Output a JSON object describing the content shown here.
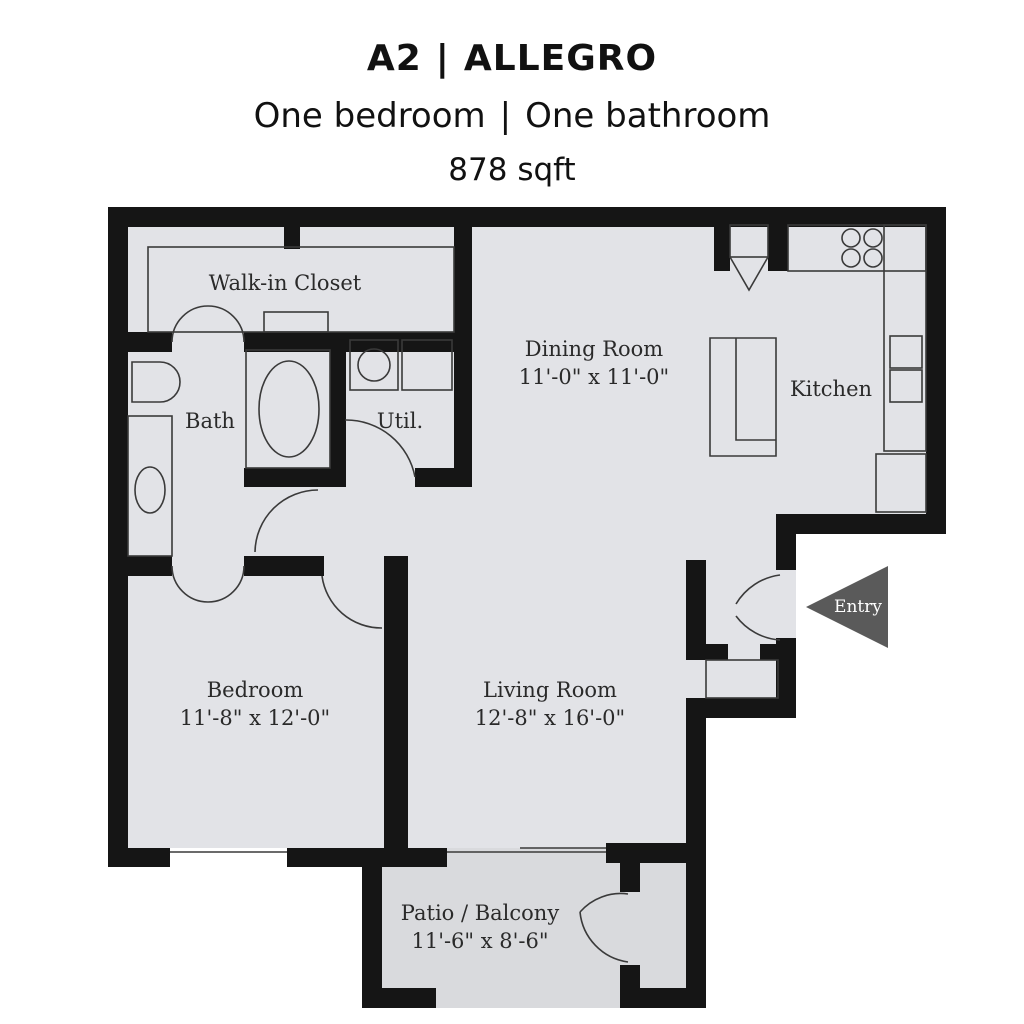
{
  "header": {
    "unit_code": "A2",
    "divider": "|",
    "unit_name": "ALLEGRO",
    "bedrooms": "One bedroom",
    "bathrooms": "One bathroom",
    "area": "878 sqft"
  },
  "rooms": {
    "walk_in_closet": {
      "name": "Walk-in Closet"
    },
    "bath": {
      "name": "Bath"
    },
    "util": {
      "name": "Util."
    },
    "dining": {
      "name": "Dining Room",
      "dims": "11'-0\" x 11'-0\""
    },
    "kitchen": {
      "name": "Kitchen"
    },
    "bedroom": {
      "name": "Bedroom",
      "dims": "11'-8\" x 12'-0\""
    },
    "living": {
      "name": "Living Room",
      "dims": "12'-8\" x 16'-0\""
    },
    "patio": {
      "name": "Patio / Balcony",
      "dims": "11'-6\" x 8'-6\""
    },
    "entry": {
      "name": "Entry"
    }
  },
  "colors": {
    "wall": "#151515",
    "floor": "#e2e3e7",
    "patio_floor": "#d9dadd",
    "line": "#3a3a3a",
    "entry_arrow": "#5a5a5a"
  }
}
